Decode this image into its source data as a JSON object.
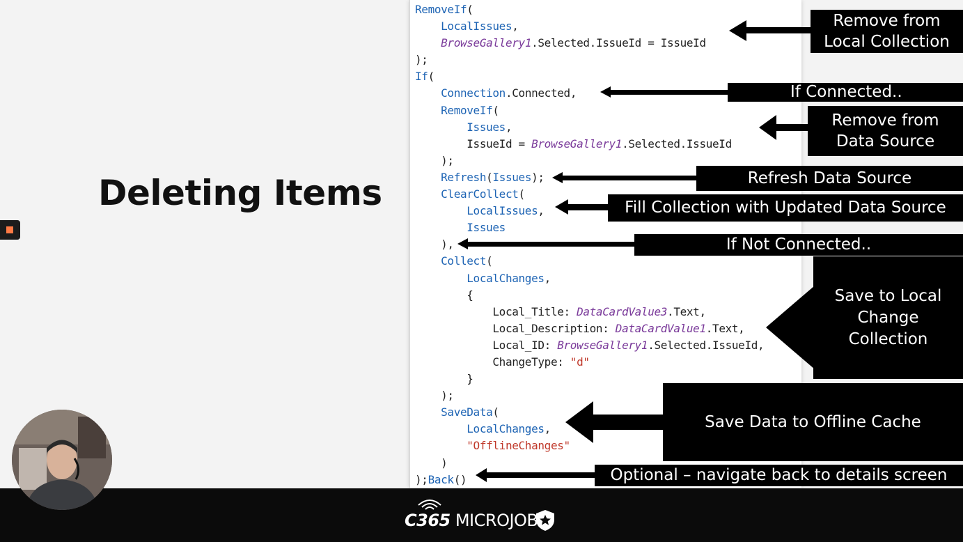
{
  "slide": {
    "title": "Deleting Items"
  },
  "code_lines": [
    [
      {
        "t": "RemoveIf",
        "c": "fn"
      },
      {
        "t": "("
      }
    ],
    [
      {
        "t": "    "
      },
      {
        "t": "LocalIssues",
        "c": "fn"
      },
      {
        "t": ","
      }
    ],
    [
      {
        "t": "    "
      },
      {
        "t": "BrowseGallery1",
        "c": "ctl"
      },
      {
        "t": ".Selected.IssueId = IssueId"
      }
    ],
    [
      {
        "t": ");"
      }
    ],
    [
      {
        "t": "If",
        "c": "fn"
      },
      {
        "t": "("
      }
    ],
    [
      {
        "t": "    "
      },
      {
        "t": "Connection",
        "c": "fn"
      },
      {
        "t": ".Connected,"
      }
    ],
    [
      {
        "t": "    "
      },
      {
        "t": "RemoveIf",
        "c": "fn"
      },
      {
        "t": "("
      }
    ],
    [
      {
        "t": "        "
      },
      {
        "t": "Issues",
        "c": "fn"
      },
      {
        "t": ","
      }
    ],
    [
      {
        "t": "        IssueId = "
      },
      {
        "t": "BrowseGallery1",
        "c": "ctl"
      },
      {
        "t": ".Selected.IssueId"
      }
    ],
    [
      {
        "t": "    );"
      }
    ],
    [
      {
        "t": "    "
      },
      {
        "t": "Refresh",
        "c": "fn"
      },
      {
        "t": "("
      },
      {
        "t": "Issues",
        "c": "fn"
      },
      {
        "t": ");"
      }
    ],
    [
      {
        "t": "    "
      },
      {
        "t": "ClearCollect",
        "c": "fn"
      },
      {
        "t": "("
      }
    ],
    [
      {
        "t": "        "
      },
      {
        "t": "LocalIssues",
        "c": "fn"
      },
      {
        "t": ","
      }
    ],
    [
      {
        "t": "        "
      },
      {
        "t": "Issues",
        "c": "fn"
      }
    ],
    [
      {
        "t": "    ),"
      }
    ],
    [
      {
        "t": "    "
      },
      {
        "t": "Collect",
        "c": "fn"
      },
      {
        "t": "("
      }
    ],
    [
      {
        "t": "        "
      },
      {
        "t": "LocalChanges",
        "c": "fn"
      },
      {
        "t": ","
      }
    ],
    [
      {
        "t": "        {"
      }
    ],
    [
      {
        "t": "            Local_Title: "
      },
      {
        "t": "DataCardValue3",
        "c": "ctl"
      },
      {
        "t": ".Text,"
      }
    ],
    [
      {
        "t": "            Local_Description: "
      },
      {
        "t": "DataCardValue1",
        "c": "ctl"
      },
      {
        "t": ".Text,"
      }
    ],
    [
      {
        "t": "            Local_ID: "
      },
      {
        "t": "BrowseGallery1",
        "c": "ctl"
      },
      {
        "t": ".Selected.IssueId,"
      }
    ],
    [
      {
        "t": "            ChangeType: "
      },
      {
        "t": "\"d\"",
        "c": "str"
      }
    ],
    [
      {
        "t": "        }"
      }
    ],
    [
      {
        "t": "    );"
      }
    ],
    [
      {
        "t": "    "
      },
      {
        "t": "SaveData",
        "c": "fn"
      },
      {
        "t": "("
      }
    ],
    [
      {
        "t": "        "
      },
      {
        "t": "LocalChanges",
        "c": "fn"
      },
      {
        "t": ","
      }
    ],
    [
      {
        "t": "        "
      },
      {
        "t": "\"OfflineChanges\"",
        "c": "str"
      }
    ],
    [
      {
        "t": "    )"
      }
    ],
    [
      {
        "t": ");"
      },
      {
        "t": "Back",
        "c": "fn"
      },
      {
        "t": "()"
      }
    ]
  ],
  "annotations": [
    {
      "id": "remove-local",
      "lines": [
        "Remove from",
        "Local Collection"
      ]
    },
    {
      "id": "if-connected",
      "lines": [
        "If Connected.."
      ]
    },
    {
      "id": "remove-source",
      "lines": [
        "Remove from",
        "Data Source"
      ]
    },
    {
      "id": "refresh",
      "lines": [
        "Refresh Data Source"
      ]
    },
    {
      "id": "fill",
      "lines": [
        "Fill Collection with Updated Data Source"
      ]
    },
    {
      "id": "not-connected",
      "lines": [
        "If Not Connected.."
      ]
    },
    {
      "id": "save-local",
      "lines": [
        "Save to Local",
        "Change",
        "Collection"
      ]
    },
    {
      "id": "save-offline",
      "lines": [
        "Save Data to Offline Cache"
      ]
    },
    {
      "id": "optional",
      "lines": [
        "Optional – navigate back to details screen"
      ]
    }
  ],
  "footer": {
    "brand_bold": "C365",
    "brand_rest": " MICROJOBS",
    "wifi_icon": "wifi-icon",
    "shield_icon": "shield-star-icon"
  },
  "colors": {
    "function": "#1e64b4",
    "control": "#7a3a9a",
    "string": "#c0392b",
    "recording": "#ff7a45"
  }
}
